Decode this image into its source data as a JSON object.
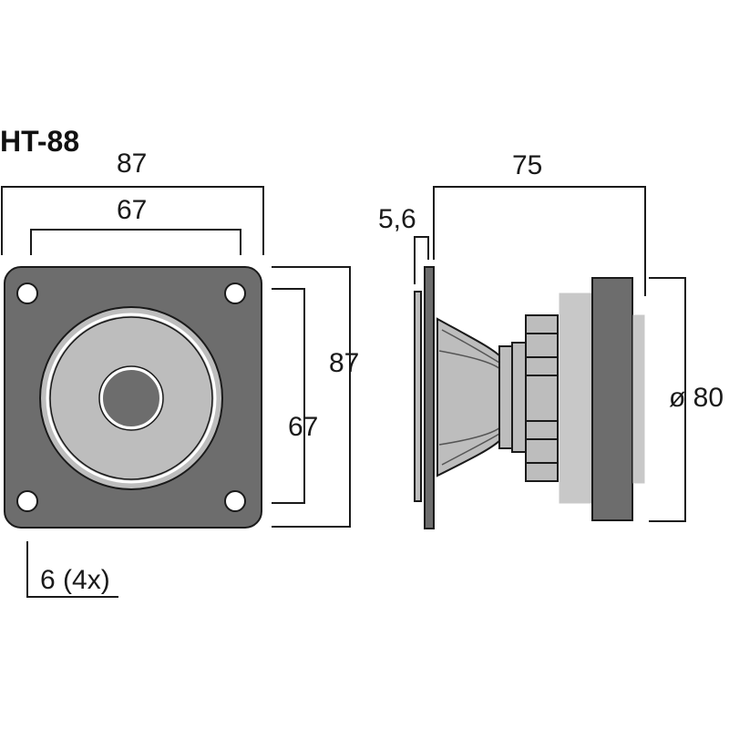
{
  "title": "HT-88",
  "front_view": {
    "width_outer": "87",
    "width_holes": "67",
    "height_outer": "87",
    "height_holes": "67",
    "hole_note": "6 (4x)"
  },
  "side_view": {
    "depth": "75",
    "flange": "5,6",
    "diameter": "ø 80"
  },
  "colors": {
    "plate": "#6d6d6d",
    "cone": "#bdbdbd",
    "dark": "#555555",
    "light": "#c8c8c8",
    "line": "#1a1a1a"
  }
}
